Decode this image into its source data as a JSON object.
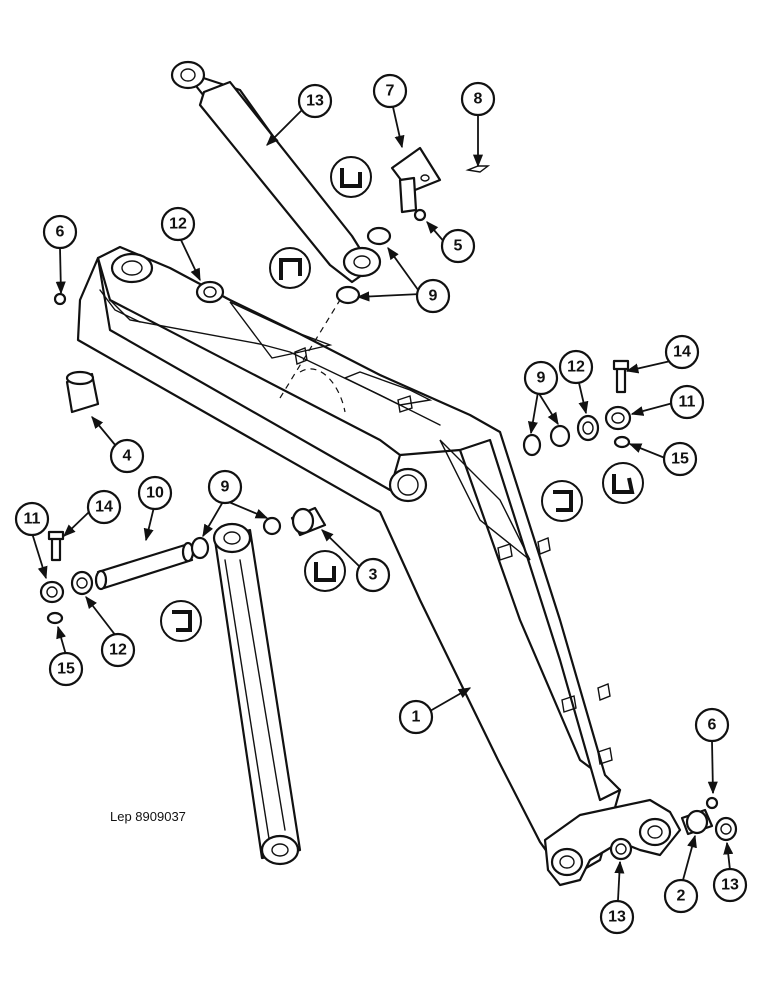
{
  "diagram": {
    "reference": "Lep 8909037",
    "callouts": [
      "1",
      "2",
      "3",
      "4",
      "5",
      "6",
      "7",
      "8",
      "9",
      "10",
      "11",
      "12",
      "13",
      "14",
      "15"
    ]
  }
}
